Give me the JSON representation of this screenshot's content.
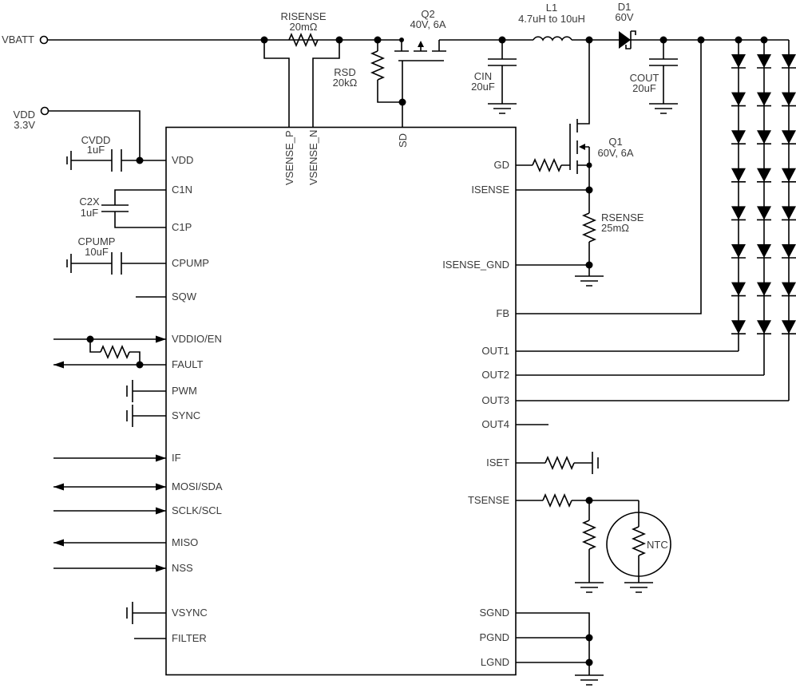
{
  "colors": {
    "background": "#ffffff",
    "line": "#000000",
    "text": "#3a3a3a"
  },
  "terminals": {
    "vbatt": {
      "label": "VBATT"
    },
    "vdd": {
      "label": "VDD",
      "value": "3.3V"
    }
  },
  "components": {
    "risense": {
      "name": "RISENSE",
      "value": "20mΩ"
    },
    "rsd": {
      "name": "RSD",
      "value": "20kΩ"
    },
    "q2": {
      "name": "Q2",
      "value": "40V, 6A"
    },
    "cin": {
      "name": "CIN",
      "value": "20uF"
    },
    "l1": {
      "name": "L1",
      "value": "4.7uH to 10uH"
    },
    "d1": {
      "name": "D1",
      "value": "60V"
    },
    "cout": {
      "name": "COUT",
      "value": "20uF"
    },
    "q1": {
      "name": "Q1",
      "value": "60V, 6A"
    },
    "rsense": {
      "name": "RSENSE",
      "value": "25mΩ"
    },
    "cvdd": {
      "name": "CVDD",
      "value": "1uF"
    },
    "c2x": {
      "name": "C2X",
      "value": "1uF"
    },
    "cpump": {
      "name": "CPUMP",
      "value": "10uF"
    },
    "ntc": {
      "name": "NTC"
    }
  },
  "ic": {
    "top_pins": [
      "VSENSE_P",
      "VSENSE_N",
      "SD"
    ],
    "left_pins": [
      "VDD",
      "C1N",
      "C1P",
      "CPUMP",
      "SQW",
      "VDDIO/EN",
      "FAULT",
      "PWM",
      "SYNC",
      "IF",
      "MOSI/SDA",
      "SCLK/SCL",
      "MISO",
      "NSS",
      "VSYNC",
      "FILTER"
    ],
    "right_pins": [
      "GD",
      "ISENSE",
      "ISENSE_GND",
      "FB",
      "OUT1",
      "OUT2",
      "OUT3",
      "OUT4",
      "ISET",
      "TSENSE",
      "SGND",
      "PGND",
      "LGND"
    ]
  },
  "led_array": {
    "strings": 3,
    "leds_per_string": 8
  }
}
